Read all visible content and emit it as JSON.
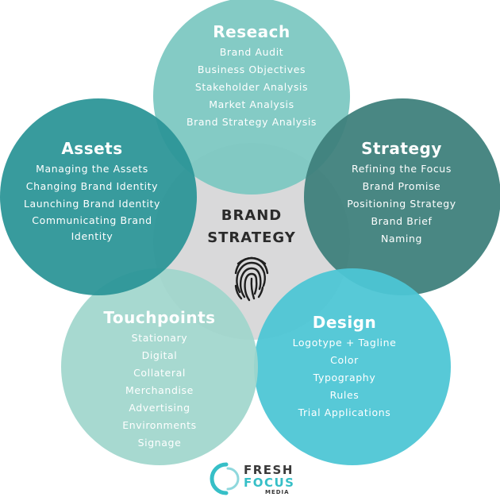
{
  "center": {
    "line1": "BRAND",
    "line2": "STRATEGY",
    "icon": "fingerprint-icon"
  },
  "segments": {
    "research": {
      "title": "Reseach",
      "color": "#7cc8c1",
      "items": [
        "Brand Audit",
        "Business Objectives",
        "Stakeholder Analysis",
        "Market Analysis",
        "Brand Strategy Analysis"
      ]
    },
    "strategy": {
      "title": "Strategy",
      "color": "#3e7f7b",
      "items": [
        "Refining the Focus",
        "Brand Promise",
        "Positioning Strategy",
        "Brand Brief",
        "Naming"
      ]
    },
    "design": {
      "title": "Design",
      "color": "#4dc6d4",
      "items": [
        "Logotype + Tagline",
        "Color",
        "Typography",
        "Rules",
        "Trial Applications"
      ]
    },
    "touchpoints": {
      "title": "Touchpoints",
      "color": "#9fd6cc",
      "items": [
        "Stationary",
        "Digital",
        "Collateral",
        "Merchandise",
        "Advertising",
        "Environments",
        "Signage"
      ]
    },
    "assets": {
      "title": "Assets",
      "color": "#2c9597",
      "items": [
        "Managing the Assets",
        "Changing Brand Identity",
        "Launching Brand Identity",
        "Communicating Brand",
        "Identity"
      ]
    }
  },
  "logo": {
    "line1": "FRESH",
    "line2": "FOCUS",
    "line3": "MEDIA",
    "accent": "#36bfc7"
  }
}
